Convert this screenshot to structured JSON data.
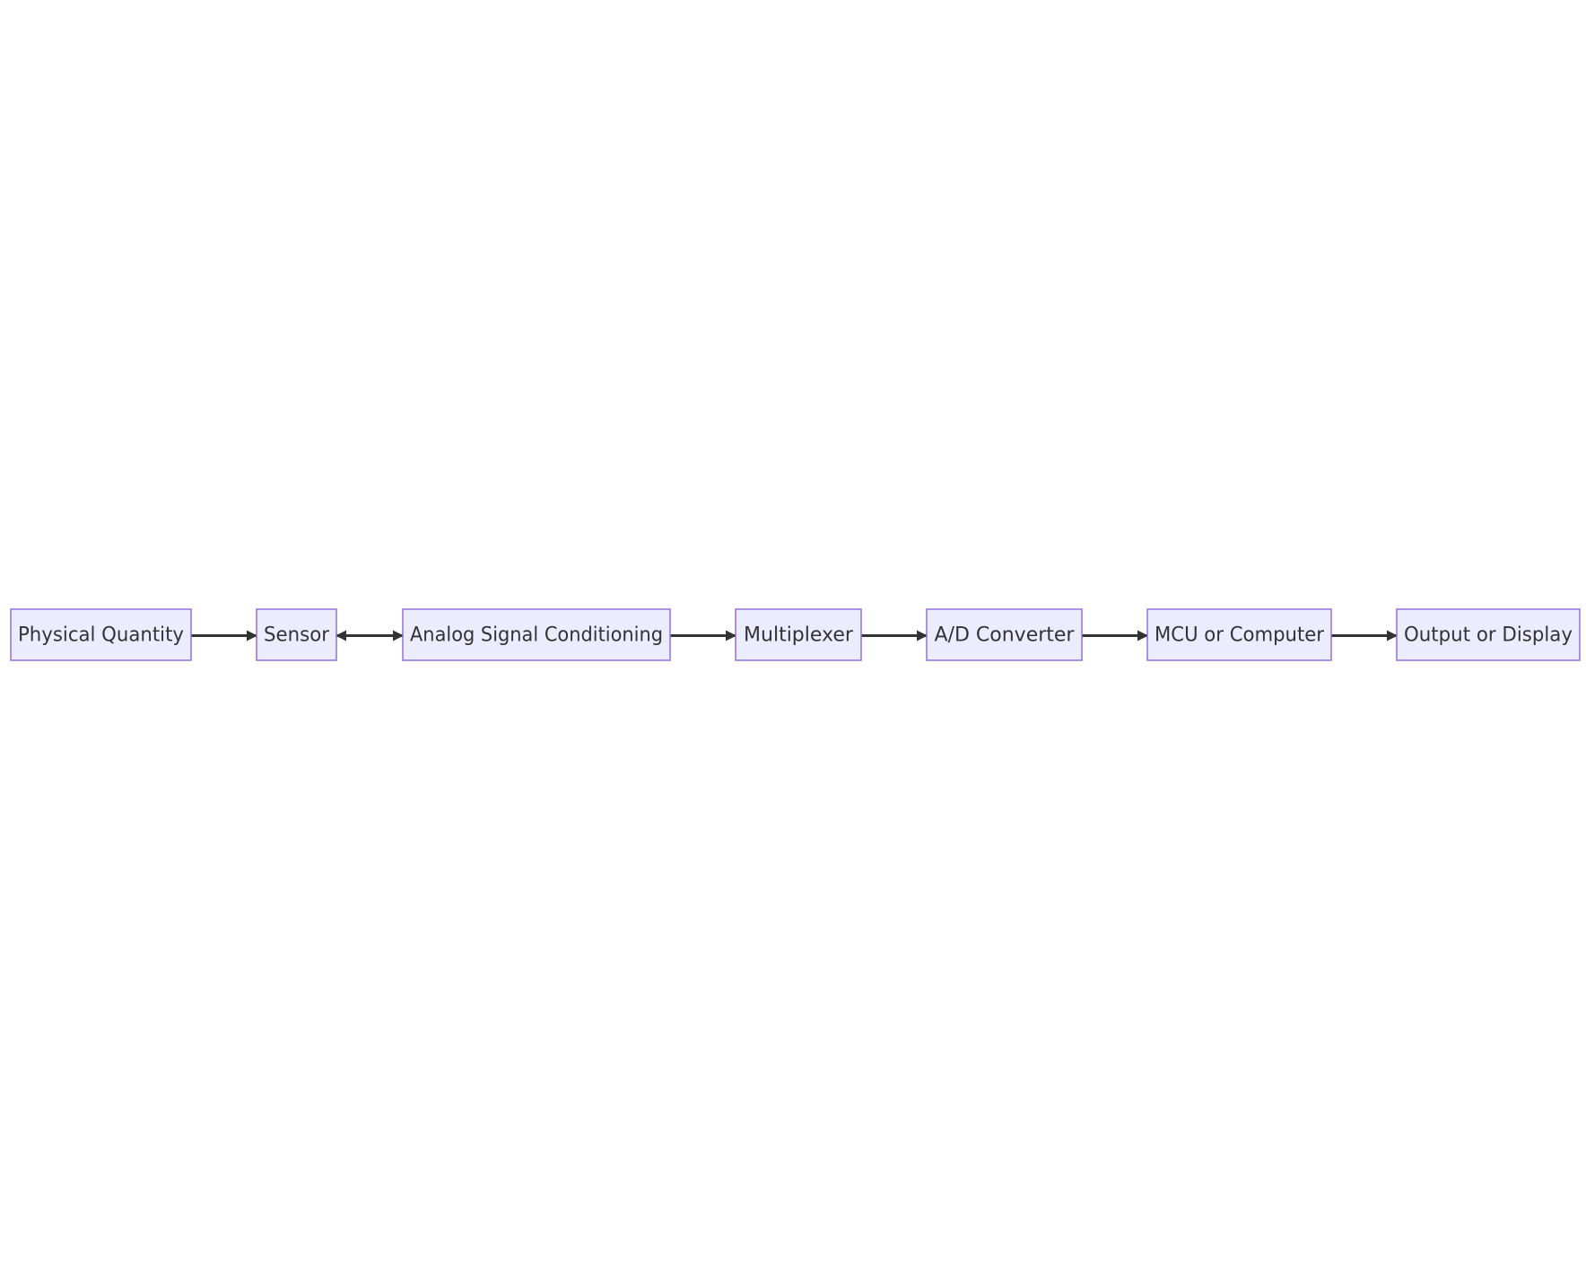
{
  "diagram": {
    "nodes": [
      {
        "id": "physical_quantity",
        "label": "Physical Quantity"
      },
      {
        "id": "sensor",
        "label": "Sensor"
      },
      {
        "id": "analog_signal_conditioning",
        "label": "Analog Signal Conditioning"
      },
      {
        "id": "multiplexer",
        "label": "Multiplexer"
      },
      {
        "id": "ad_converter",
        "label": "A/D Converter"
      },
      {
        "id": "mcu_or_computer",
        "label": "MCU or Computer"
      },
      {
        "id": "output_or_display",
        "label": "Output or Display"
      }
    ],
    "edges": [
      {
        "from": "physical_quantity",
        "to": "sensor",
        "direction": "forward"
      },
      {
        "from": "sensor",
        "to": "analog_signal_conditioning",
        "direction": "both"
      },
      {
        "from": "analog_signal_conditioning",
        "to": "multiplexer",
        "direction": "forward"
      },
      {
        "from": "multiplexer",
        "to": "ad_converter",
        "direction": "forward"
      },
      {
        "from": "ad_converter",
        "to": "mcu_or_computer",
        "direction": "forward"
      },
      {
        "from": "mcu_or_computer",
        "to": "output_or_display",
        "direction": "forward"
      }
    ],
    "colors": {
      "node_fill": "#ECECFF",
      "node_stroke": "#9370DB",
      "edge": "#333333",
      "text": "#333333"
    }
  }
}
